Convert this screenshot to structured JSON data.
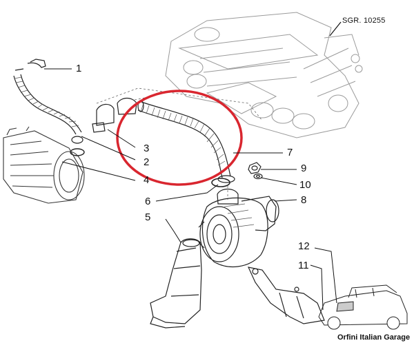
{
  "reference_code": "SGR. 10255",
  "watermark": "Orfini Italian Garage",
  "callouts": [
    "1",
    "2",
    "3",
    "4",
    "5",
    "6",
    "7",
    "8",
    "9",
    "10",
    "11",
    "12"
  ],
  "highlight_color": "#d9262f"
}
